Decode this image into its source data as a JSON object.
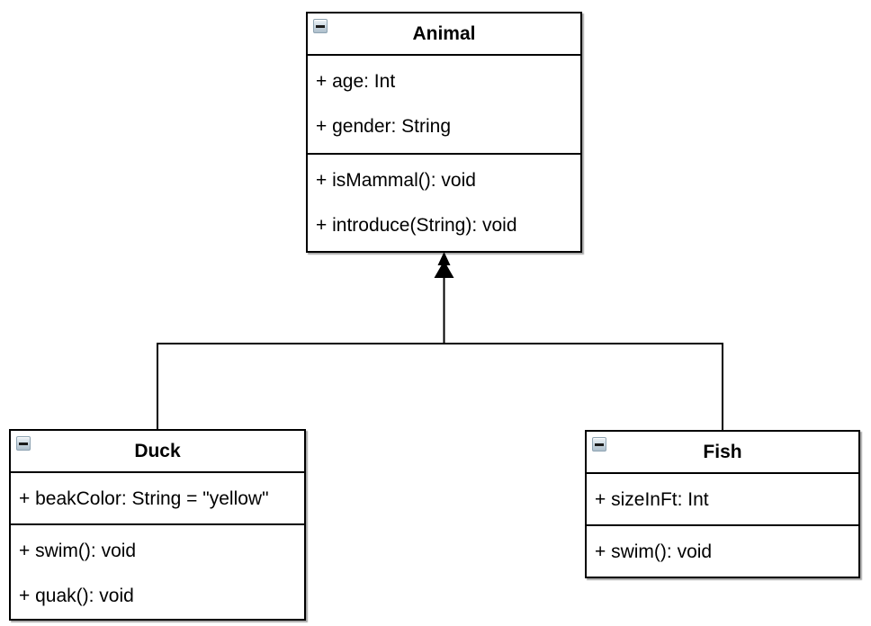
{
  "diagram": {
    "type": "uml-class-diagram",
    "colors": {
      "box_fill": "#ffffff",
      "box_border": "#000000",
      "text": "#000000",
      "line": "#000000",
      "collapse_border": "#8ea3b2",
      "collapse_fill_top": "#eef3f7",
      "collapse_fill_bottom": "#adbecb"
    },
    "icons": {
      "collapse": "minus-square"
    },
    "classes": [
      {
        "name": "Animal",
        "attributes": [
          "+ age: Int",
          "+ gender: String"
        ],
        "methods": [
          "+ isMammal(): void",
          "+ introduce(String): void"
        ]
      },
      {
        "name": "Duck",
        "attributes": [
          "+ beakColor: String = \"yellow\""
        ],
        "methods": [
          "+ swim(): void",
          "+ quak(): void"
        ]
      },
      {
        "name": "Fish",
        "attributes": [
          "+ sizeInFt: Int"
        ],
        "methods": [
          "+ swim(): void"
        ]
      }
    ],
    "relations": [
      {
        "type": "inheritance",
        "from": "Duck",
        "to": "Animal"
      },
      {
        "type": "inheritance",
        "from": "Fish",
        "to": "Animal"
      }
    ]
  }
}
